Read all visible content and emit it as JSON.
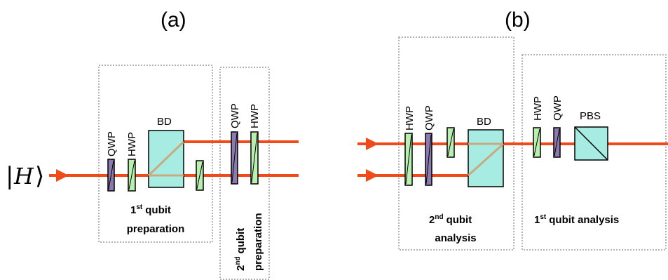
{
  "panels": {
    "a": "(a)",
    "b": "(b)"
  },
  "input_state": {
    "italic": "H"
  },
  "labels": {
    "qwp": "QWP",
    "hwp": "HWP",
    "bd": "BD",
    "pbs": "PBS"
  },
  "boxes": {
    "qubit1_prep": {
      "line1_sup": "st",
      "line1_num": "1",
      "line1_rest": "qubit",
      "line2": "preparation"
    },
    "qubit2_prep": {
      "line1_num": "2",
      "line1_sup": "nd",
      "line1_rest": "qubit",
      "line2": "preparation"
    },
    "qubit2_analysis": {
      "line1_num": "2",
      "line1_sup": "nd",
      "line1_rest": "qubit",
      "line2": "analysis"
    },
    "qubit1_analysis": {
      "line1_num": "1",
      "line1_sup": "st",
      "line1_rest": "qubit analysis"
    }
  },
  "colors": {
    "beam": "#f04a1a",
    "qwp": "#8a7aae",
    "hwp": "#b9f0b0",
    "bd": "#a6ece2",
    "bd_path": "#c9a97e",
    "box_border": "#9a9a9a"
  }
}
